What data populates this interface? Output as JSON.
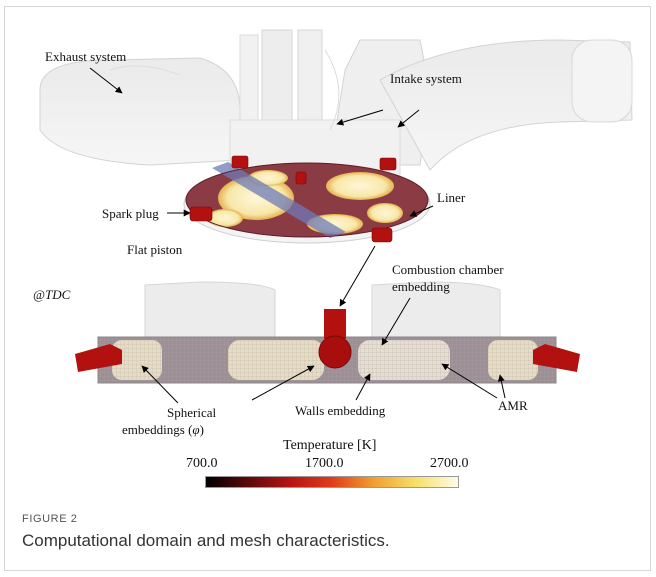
{
  "labels": {
    "exhaust": "Exhaust system",
    "intake": "Intake system",
    "spark_plug": "Spark plug",
    "liner": "Liner",
    "flat_piston": "Flat piston",
    "tdc": "@TDC",
    "combustion_l1": "Combustion chamber",
    "combustion_l2": "embedding",
    "spherical_l1": "Spherical",
    "spherical_l2": "embeddings (",
    "spherical_phi": "φ",
    "spherical_close": ")",
    "walls": "Walls embedding",
    "amr": "AMR"
  },
  "colorbar": {
    "title": "Temperature [K]",
    "min_label": "700.0",
    "mid_label": "1700.0",
    "max_label": "2700.0",
    "min": 700,
    "max": 2700,
    "colors": [
      "#000000",
      "#5c0a0a",
      "#b51414",
      "#e03c1a",
      "#f0a030",
      "#f5e06a",
      "#fffbe8"
    ]
  },
  "caption": {
    "label": "FIGURE 2",
    "text": "Computational domain and mesh characteristics."
  }
}
